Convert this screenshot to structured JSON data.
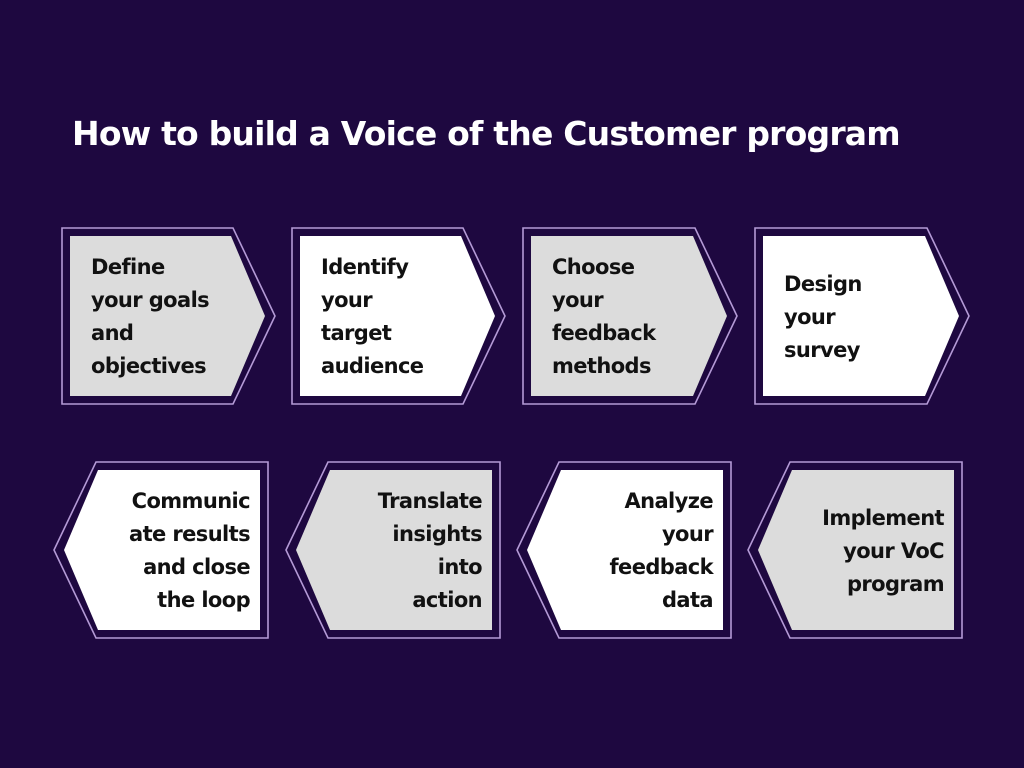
{
  "title": "How to build a Voice of the Customer program",
  "colors": {
    "background": "#1e0840",
    "outline": "#b49ad6",
    "fill_gray": "#dcdcdc",
    "fill_white": "#ffffff",
    "text": "#111111",
    "title": "#ffffff"
  },
  "steps": [
    {
      "order": 1,
      "label": "Define\nyour goals\nand\nobjectives",
      "fill": "gray",
      "direction": "right"
    },
    {
      "order": 2,
      "label": "Identify\nyour\ntarget\naudience",
      "fill": "white",
      "direction": "right"
    },
    {
      "order": 3,
      "label": "Choose\nyour\nfeedback\nmethods",
      "fill": "gray",
      "direction": "right"
    },
    {
      "order": 4,
      "label": "Design\nyour\nsurvey",
      "fill": "white",
      "direction": "right"
    },
    {
      "order": 5,
      "label": "Implement\nyour VoC\nprogram",
      "fill": "gray",
      "direction": "left"
    },
    {
      "order": 6,
      "label": "Analyze\nyour\nfeedback\ndata",
      "fill": "white",
      "direction": "left"
    },
    {
      "order": 7,
      "label": "Translate\ninsights\ninto\naction",
      "fill": "gray",
      "direction": "left"
    },
    {
      "order": 8,
      "label": "Communic\nate results\nand close\nthe loop",
      "fill": "white",
      "direction": "left"
    }
  ]
}
